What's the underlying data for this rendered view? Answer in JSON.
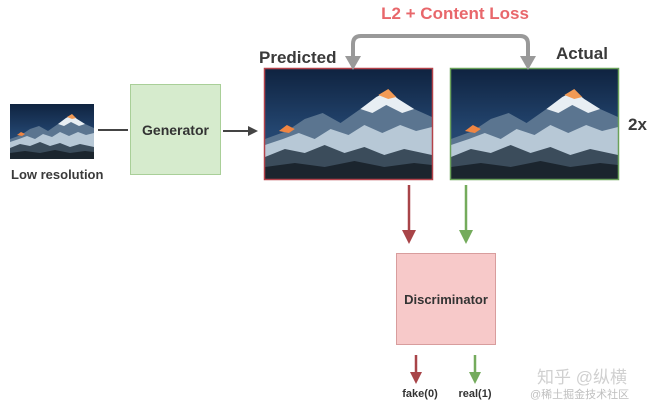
{
  "labels": {
    "loss": "L2 + Content Loss",
    "predicted": "Predicted",
    "actual": "Actual",
    "scale": "2x",
    "low_resolution": "Low resolution",
    "generator": "Generator",
    "discriminator": "Discriminator",
    "fake_output": "fake(0)",
    "real_output": "real(1)"
  },
  "watermark": {
    "line1": "知乎 @纵横",
    "line2": "@稀土掘金技术社区"
  },
  "colors": {
    "loss_text": "#e8676b",
    "loss_arrow": "#999999",
    "predicted_border": "#b4424a",
    "actual_border": "#6aa15a",
    "fake_arrow": "#a84448",
    "real_arrow": "#74ab5c",
    "generator_fill": "#d6ebcd",
    "discriminator_fill": "#f7c9c9",
    "flow_arrow": "#444444"
  },
  "images": {
    "low_resolution": "mountain-photo",
    "predicted": "mountain-photo",
    "actual": "mountain-photo"
  }
}
